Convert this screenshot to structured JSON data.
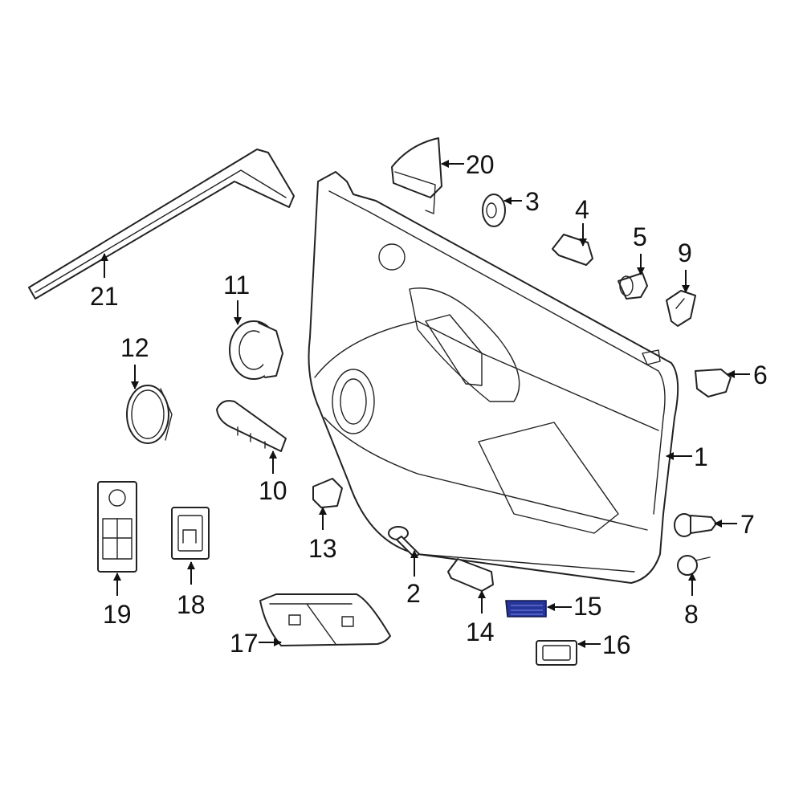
{
  "diagram": {
    "callouts": [
      {
        "id": "1",
        "text": "1"
      },
      {
        "id": "2",
        "text": "2"
      },
      {
        "id": "3",
        "text": "3"
      },
      {
        "id": "4",
        "text": "4"
      },
      {
        "id": "5",
        "text": "5"
      },
      {
        "id": "6",
        "text": "6"
      },
      {
        "id": "7",
        "text": "7"
      },
      {
        "id": "8",
        "text": "8"
      },
      {
        "id": "9",
        "text": "9"
      },
      {
        "id": "10",
        "text": "10"
      },
      {
        "id": "11",
        "text": "11"
      },
      {
        "id": "12",
        "text": "12"
      },
      {
        "id": "13",
        "text": "13"
      },
      {
        "id": "14",
        "text": "14"
      },
      {
        "id": "15",
        "text": "15"
      },
      {
        "id": "16",
        "text": "16"
      },
      {
        "id": "17",
        "text": "17"
      },
      {
        "id": "18",
        "text": "18"
      },
      {
        "id": "19",
        "text": "19"
      },
      {
        "id": "20",
        "text": "20"
      },
      {
        "id": "21",
        "text": "21"
      }
    ],
    "highlighted_part": "15",
    "colors": {
      "line": "#222222",
      "highlight": "#26359a",
      "background": "#ffffff"
    }
  }
}
